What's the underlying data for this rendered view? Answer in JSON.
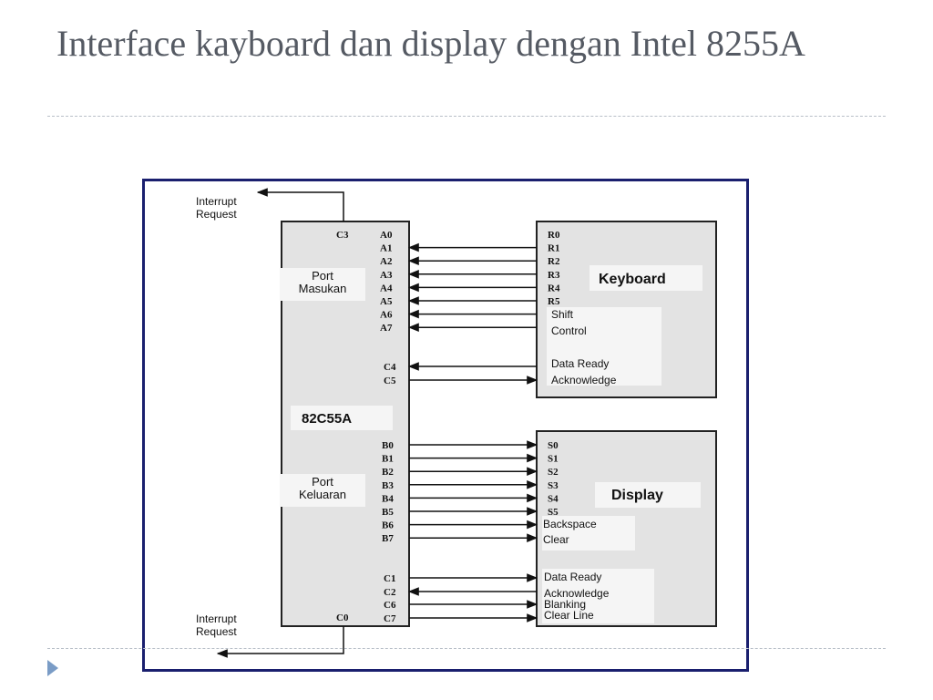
{
  "slide": {
    "title": "Interface kayboard dan display dengan Intel 8255A"
  },
  "diagram": {
    "interrupt_label_1": "Interrupt",
    "interrupt_label_2": "Request",
    "chip_name": "82C55A",
    "port_in_1": "Port",
    "port_in_2": "Masukan",
    "port_out_1": "Port",
    "port_out_2": "Keluaran",
    "pin_c3": "C3",
    "pin_c0": "C0",
    "port_a_pins": [
      "A0",
      "A1",
      "A2",
      "A3",
      "A4",
      "A5",
      "A6",
      "A7"
    ],
    "port_c_upper_pins": [
      "C4",
      "C5"
    ],
    "port_b_pins": [
      "B0",
      "B1",
      "B2",
      "B3",
      "B4",
      "B5",
      "B6",
      "B7"
    ],
    "port_c_lower_pins": [
      "C1",
      "C2",
      "C6",
      "C7"
    ],
    "keyboard": {
      "title": "Keyboard",
      "pins": [
        "R0",
        "R1",
        "R2",
        "R3",
        "R4",
        "R5"
      ],
      "shift": "Shift",
      "control": "Control",
      "data_ready": "Data Ready",
      "acknowledge": "Acknowledge"
    },
    "display": {
      "title": "Display",
      "pins": [
        "S0",
        "S1",
        "S2",
        "S3",
        "S4",
        "S5"
      ],
      "backspace": "Backspace",
      "clear": "Clear",
      "data_ready": "Data Ready",
      "acknowledge": "Acknowledge",
      "blanking": "Blanking",
      "clear_line": "Clear Line"
    }
  }
}
